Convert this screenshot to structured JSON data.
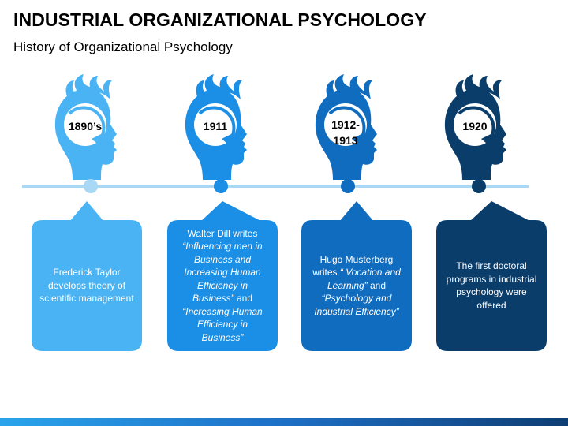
{
  "header": {
    "title": "INDUSTRIAL ORGANIZATIONAL PSYCHOLOGY",
    "subtitle": "History of Organizational Psychology"
  },
  "colors": {
    "timeline": "#a9d8f5",
    "stage1": "#4ab3f4",
    "stage2": "#1b8ee6",
    "stage3": "#0f6cbf",
    "stage4": "#0b3d6b"
  },
  "timeline": [
    {
      "year": "1890’s",
      "color": "#4ab3f4",
      "text": [
        {
          "t": "Frederick Taylor develops theory of scientific management",
          "italic": false
        }
      ]
    },
    {
      "year": "1911",
      "color": "#1b8ee6",
      "text": [
        {
          "t": "Walter Dill writes ",
          "italic": false
        },
        {
          "t": "“Influencing men in Business and Increasing Human Efficiency in Business”",
          "italic": true
        },
        {
          "t": " and ",
          "italic": false
        },
        {
          "t": "“Increasing Human Efficiency in Business”",
          "italic": true
        }
      ]
    },
    {
      "year": "1912-1913",
      "color": "#0f6cbf",
      "text": [
        {
          "t": "Hugo Musterberg writes ",
          "italic": false
        },
        {
          "t": "“ Vocation and Learning”",
          "italic": true
        },
        {
          "t": " and ",
          "italic": false
        },
        {
          "t": "“Psychology and Industrial Efficiency”",
          "italic": true
        }
      ]
    },
    {
      "year": "1920",
      "color": "#0b3d6b",
      "text": [
        {
          "t": "The first doctoral programs in industrial psychology were offered",
          "italic": false
        }
      ]
    }
  ]
}
